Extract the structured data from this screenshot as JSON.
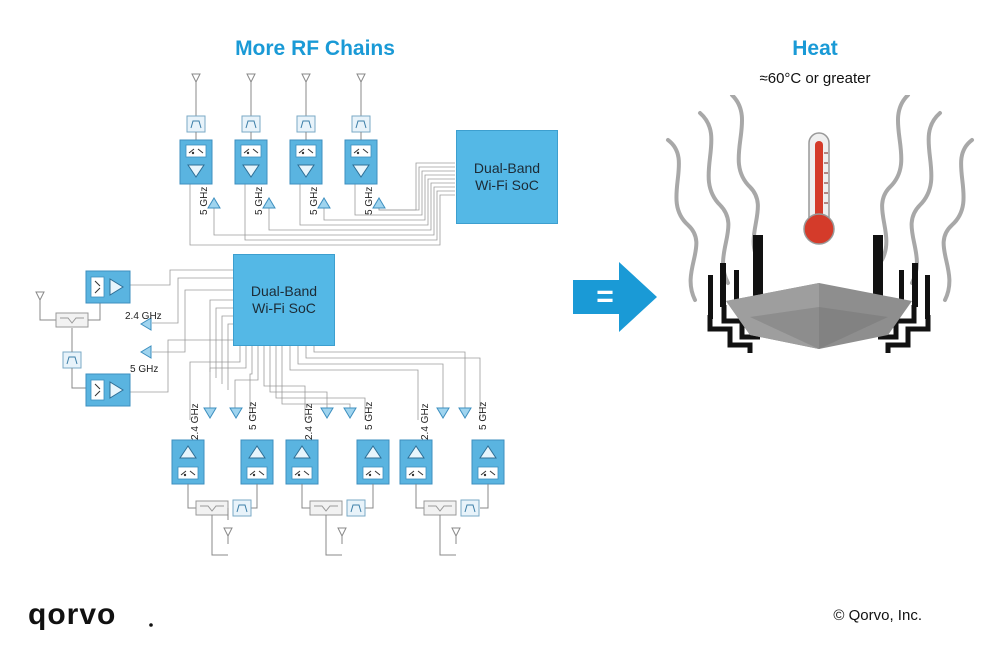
{
  "left": {
    "title": "More RF Chains",
    "soc_top": {
      "line1": "Dual-Band",
      "line2": "Wi-Fi SoC"
    },
    "soc_bottom": {
      "line1": "Dual-Band",
      "line2": "Wi-Fi SoC"
    },
    "band_5": "5 GHz",
    "band_24": "2.4 GHz"
  },
  "equals_symbol": "=",
  "right": {
    "title": "Heat",
    "subtitle": "≈60°C or greater"
  },
  "footer": {
    "logo_text": "qorvo",
    "copyright": "© Qorvo, Inc."
  },
  "colors": {
    "accent": "#1a9ad6",
    "module": "#5ab4e0",
    "soc": "#54b8e6",
    "router": "#8a8a8a",
    "thermometer": "#d43b2a"
  }
}
